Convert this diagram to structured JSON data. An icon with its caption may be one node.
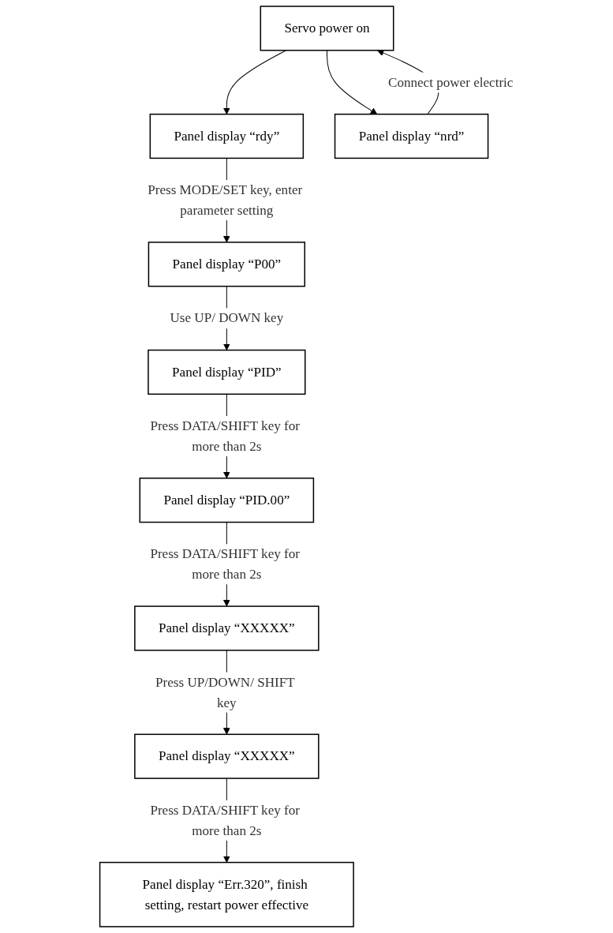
{
  "diagram": {
    "nodes": [
      {
        "text": [
          "Servo power on"
        ]
      },
      {
        "text": [
          "Panel display “rdy”"
        ]
      },
      {
        "text": [
          "Panel display “nrd”"
        ]
      },
      {
        "text": [
          "Panel display “P00”"
        ]
      },
      {
        "text": [
          "Panel display “PID”"
        ]
      },
      {
        "text": [
          "Panel display “PID.00”"
        ]
      },
      {
        "text": [
          "Panel display “XXXXX”"
        ]
      },
      {
        "text": [
          "Panel display “XXXXX”"
        ]
      },
      {
        "text": [
          "Panel display “Err.320”, finish setting, restart power effective"
        ]
      }
    ],
    "edges": [
      {
        "from": 0,
        "to": 1,
        "arrow": "to"
      },
      {
        "from": 0,
        "to": 2,
        "arrow": "to"
      },
      {
        "from": 2,
        "to": 0,
        "arrow": "to",
        "label": "Connect power electric"
      },
      {
        "from": 1,
        "to": 3,
        "arrow": "to",
        "label": "Press MODE/SET key, enter parameter setting"
      },
      {
        "from": 3,
        "to": 4,
        "arrow": "to",
        "label": "Use UP/ DOWN key"
      },
      {
        "from": 4,
        "to": 5,
        "arrow": "to",
        "label": "Press DATA/SHIFT key for more than 2s"
      },
      {
        "from": 5,
        "to": 6,
        "arrow": "to",
        "label": "Press DATA/SHIFT key for more than 2s"
      },
      {
        "from": 6,
        "to": 7,
        "arrow": "to",
        "label": "Press UP/DOWN/ SHIFT key"
      },
      {
        "from": 7,
        "to": 8,
        "arrow": "to",
        "label": "Press DATA/SHIFT key for more than 2s"
      }
    ]
  }
}
